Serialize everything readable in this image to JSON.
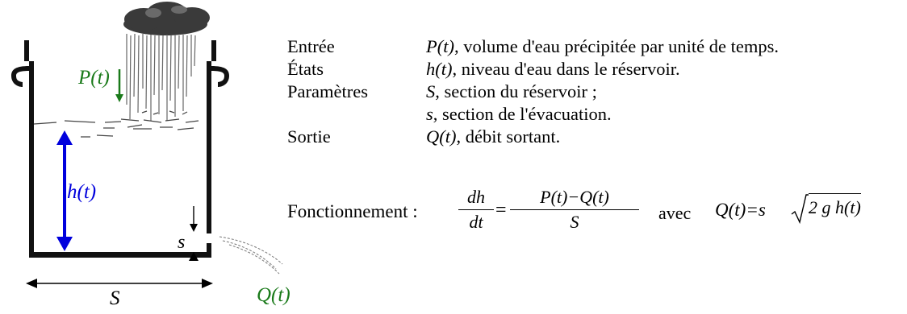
{
  "figure": {
    "labels": {
      "inflow": "P(t)",
      "level": "h(t)",
      "outlet_section": "s",
      "tank_section": "S",
      "outflow": "Q(t)"
    },
    "colors": {
      "inflow": "#1a7a1a",
      "level": "#0000dd",
      "outflow": "#1a7a1a",
      "tank": "#111111",
      "cloud": "#3a3a3a"
    },
    "icons": [
      "rain-cloud-icon",
      "rain-icon",
      "outflow-spray-icon"
    ]
  },
  "definitions": [
    {
      "term": "Entrée",
      "symbol": "P(t)",
      "text": ", volume d'eau précipitée par unité de temps."
    },
    {
      "term": "États",
      "symbol": "h(t)",
      "text": ", niveau d'eau dans le réservoir."
    },
    {
      "term": "Paramètres",
      "symbol": "S",
      "text": ", section du réservoir ;"
    },
    {
      "term": "",
      "symbol": "s",
      "text": ", section de l'évacuation."
    },
    {
      "term": "Sortie",
      "symbol": "Q(t)",
      "text": ", débit sortant."
    }
  ],
  "equation": {
    "label": "Fonctionnement :",
    "lhs_num": "dh",
    "lhs_den": "dt",
    "equals": "=",
    "rhs_num": "P(t)−Q(t)",
    "rhs_den": "S",
    "connector": "avec",
    "q_lhs": "Q(t)=s",
    "q_radicand": "2 g h(t)"
  }
}
